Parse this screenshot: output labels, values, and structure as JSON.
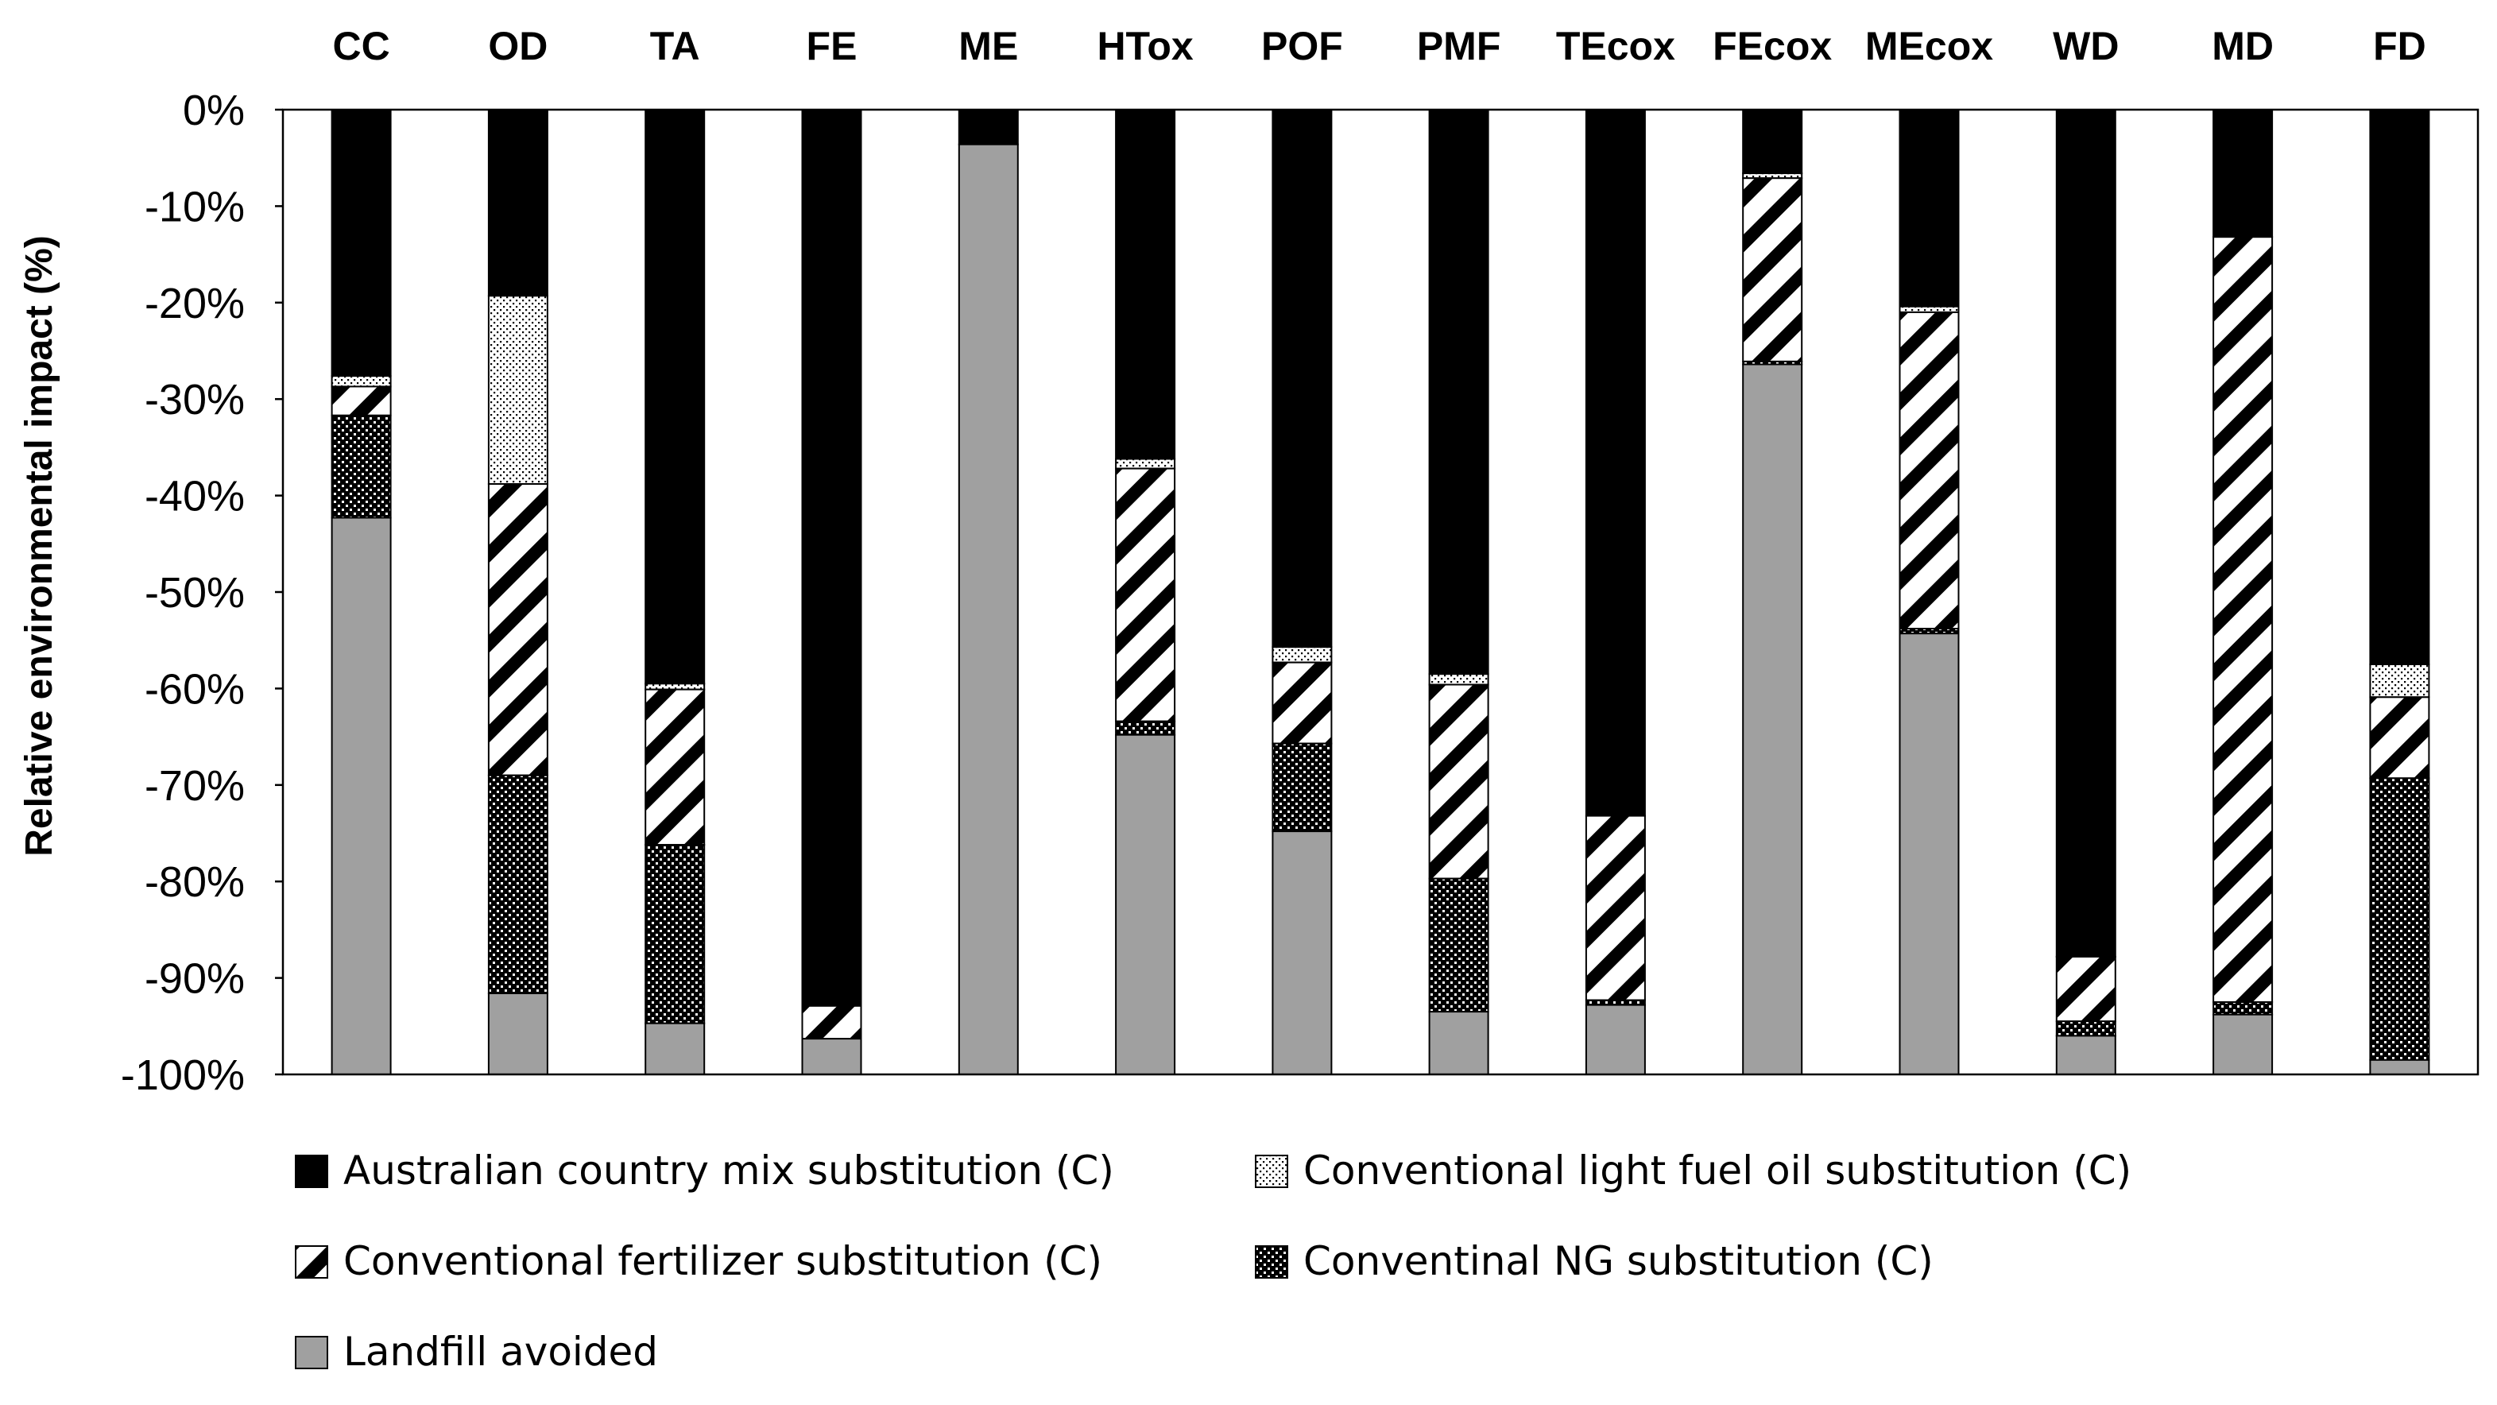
{
  "chart_data": {
    "type": "bar",
    "stacked": true,
    "title": "",
    "xlabel": "",
    "ylabel": "Relative environmental impact (%)",
    "ylim": [
      -100,
      0
    ],
    "y_ticks": [
      0,
      -10,
      -20,
      -30,
      -40,
      -50,
      -60,
      -70,
      -80,
      -90,
      -100
    ],
    "y_tick_labels": [
      "0%",
      "-10%",
      "-20%",
      "-30%",
      "-40%",
      "-50%",
      "-60%",
      "-70%",
      "-80%",
      "-90%",
      "-100%"
    ],
    "x_axis_position": "top",
    "grid": false,
    "legend_position": "bottom",
    "categories": [
      "CC",
      "OD",
      "TA",
      "FE",
      "ME",
      "HTox",
      "POF",
      "PMF",
      "TEcox",
      "FEcox",
      "MEcox",
      "WD",
      "MD",
      "FD"
    ],
    "series": [
      {
        "name": "Australian country mix substitution (C)",
        "pattern": "solid-black",
        "color": "#000000",
        "values": [
          -27.6,
          -19.3,
          -59.5,
          -92.9,
          -3.6,
          -36.2,
          -55.7,
          -58.5,
          -73.2,
          -6.6,
          -20.4,
          -87.8,
          -13.2,
          -57.5
        ]
      },
      {
        "name": "Conventional light fuel oil substitution (C)",
        "pattern": "dots",
        "color": "#ffffff",
        "values": [
          -1.1,
          -19.5,
          -0.6,
          0,
          0,
          -1.0,
          -1.6,
          -1.1,
          0,
          -0.5,
          -0.6,
          0,
          0,
          -3.4
        ]
      },
      {
        "name": "Conventional fertilizer substitution (C)",
        "pattern": "diagonal-hatch",
        "color": "#ffffff",
        "values": [
          -3.0,
          -30.2,
          -16.1,
          -3.4,
          0,
          -26.2,
          -8.4,
          -20.1,
          -19.1,
          -19.0,
          -32.8,
          -6.7,
          -79.3,
          -8.4
        ]
      },
      {
        "name": "Conventinal NG substitution (C)",
        "pattern": "checker",
        "color": "#000000",
        "values": [
          -10.6,
          -22.6,
          -18.5,
          0,
          0,
          -1.4,
          -9.1,
          -13.8,
          -0.5,
          -0.3,
          -0.5,
          -1.5,
          -1.3,
          -29.2
        ]
      },
      {
        "name": "Landfill avoided",
        "pattern": "solid-gray",
        "color": "#a0a0a0",
        "values": [
          -57.7,
          -8.4,
          -5.3,
          -3.7,
          -96.4,
          -35.2,
          -25.2,
          -6.5,
          -7.2,
          -73.6,
          -45.7,
          -4.0,
          -6.2,
          -1.5
        ]
      }
    ]
  }
}
